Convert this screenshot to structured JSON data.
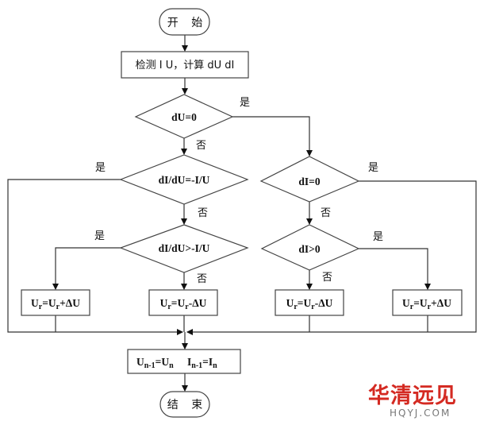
{
  "flowchart": {
    "start": {
      "label": "开 始"
    },
    "measure": {
      "label": "检测 I U，计算 dU dI"
    },
    "decisions": {
      "du_zero": {
        "label": "dU=0"
      },
      "di_du_eq": {
        "label": "dI/dU=-I/U"
      },
      "di_zero": {
        "label": "dI=0"
      },
      "di_du_gt": {
        "label": "dI/dU>-I/U"
      },
      "di_pos": {
        "label": "dI>0"
      }
    },
    "actions": {
      "increase_left": {
        "u": "U",
        "r": "r",
        "eq": "=",
        "plus": "+",
        "delta": "ΔU"
      },
      "decrease_left": {
        "u": "U",
        "r": "r",
        "eq": "=",
        "minus": "-",
        "delta": "ΔU"
      },
      "decrease_right": {
        "u": "U",
        "r": "r",
        "eq": "=",
        "minus": "-",
        "delta": "ΔU"
      },
      "increase_right": {
        "u": "U",
        "r": "r",
        "eq": "=",
        "plus": "+",
        "delta": "ΔU"
      }
    },
    "update": {
      "u_prev": "U",
      "u_prev_sub": "n-1",
      "u_eq": "=",
      "u_cur": "U",
      "u_cur_sub": "n",
      "i_prev": "I",
      "i_prev_sub": "n-1",
      "i_eq": "=",
      "i_cur": "I",
      "i_cur_sub": "n"
    },
    "end": {
      "label": "结 束"
    },
    "branch_labels": {
      "yes": "是",
      "no": "否"
    }
  },
  "watermark": {
    "brand_cn": "华清远见",
    "brand_en": "HQYJ.COM",
    "color": "#d42a22"
  }
}
